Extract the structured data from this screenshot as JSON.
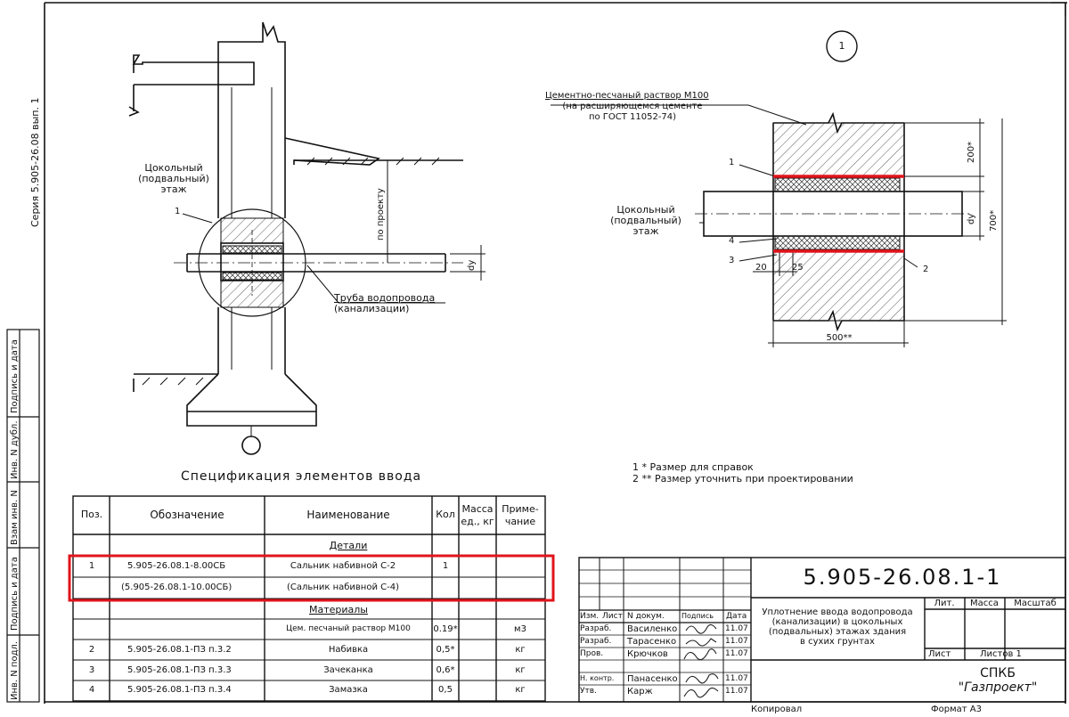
{
  "sheet": {
    "series": "Серия 5.905-26.08 вып. 1",
    "side_stamp": [
      "Инв. N подл.",
      "Подпись и дата",
      "Взам инв. N",
      "Инв. N дубл.",
      "Подпись и дата"
    ],
    "circle_callout": "1"
  },
  "left_drawing": {
    "basement_label": [
      "Цокольный",
      "(подвальный)",
      "этаж"
    ],
    "pos_1": "1",
    "by_project": "по проекту",
    "dy": "dy",
    "pipe_label": [
      "Труба водопровода",
      "(канализации)"
    ]
  },
  "right_drawing": {
    "mortar_label": [
      "Цементно-песчаный раствор М100",
      "(на расширяющемся цементе",
      "по ГОСТ 11052-74)"
    ],
    "basement_label": [
      "Цокольный",
      "(подвальный)",
      "этаж"
    ],
    "pos_1": "1",
    "pos_2": "2",
    "pos_3": "3",
    "pos_4": "4",
    "dim_20": "20",
    "dim_25": "25",
    "dim_200": "200*",
    "dim_700": "700*",
    "dim_dy": "dy",
    "dim_500": "500**"
  },
  "notes": [
    "1 * Размер для справок",
    "2 ** Размер уточнить при проектировании"
  ],
  "spec": {
    "title": "Спецификация элементов ввода",
    "headers": {
      "pos": "Поз.",
      "designation": "Обозначение",
      "name": "Наименование",
      "qty": "Кол",
      "mass": [
        "Масса",
        "ед., кг"
      ],
      "note": [
        "Приме-",
        "чание"
      ]
    },
    "section_details": "Детали",
    "section_materials": "Материалы",
    "rows_details": [
      {
        "pos": "1",
        "designation": "5.905-26.08.1-8.00СБ",
        "name": "Сальник набивной С-2",
        "qty": "1",
        "note": ""
      },
      {
        "pos": "",
        "designation": "(5.905-26.08.1-10.00СБ)",
        "name": "(Сальник набивной С-4)",
        "qty": "",
        "note": ""
      }
    ],
    "rows_materials": [
      {
        "pos": "",
        "designation": "",
        "name": "Цем. песчаный раствор М100",
        "qty": "0.19*",
        "note": "м3"
      },
      {
        "pos": "2",
        "designation": "5.905-26.08.1-ПЗ  п.3.2",
        "name": "Набивка",
        "qty": "0,5*",
        "note": "кг"
      },
      {
        "pos": "3",
        "designation": "5.905-26.08.1-ПЗ  п.3.3",
        "name": "Зачеканка",
        "qty": "0,6*",
        "note": "кг"
      },
      {
        "pos": "4",
        "designation": "5.905-26.08.1-ПЗ  п.3.4",
        "name": "Замазка",
        "qty": "0,5",
        "note": "кг"
      }
    ]
  },
  "title_block": {
    "code": "5.905-26.08.1-1",
    "description": [
      "Уплотнение ввода водопровода",
      "(канализации) в цокольных",
      "(подвальных) этажах здания",
      "в сухих грунтах"
    ],
    "col_headers": [
      "Изм.",
      "Лист",
      "N докум.",
      "Подпись",
      "Дата"
    ],
    "signers": [
      {
        "role": "Разраб.",
        "name": "Василенко",
        "date": "11.07"
      },
      {
        "role": "Разраб.",
        "name": "Тарасенко",
        "date": "11.07"
      },
      {
        "role": "Пров.",
        "name": "Крючков",
        "date": "11.07"
      },
      {
        "role": "",
        "name": "",
        "date": ""
      },
      {
        "role": "Н. контр.",
        "name": "Панасенко",
        "date": "11.07"
      },
      {
        "role": "Утв.",
        "name": "Карж",
        "date": "11.07"
      }
    ],
    "lit": "Лит.",
    "mass": "Масса",
    "scale": "Масштаб",
    "sheet": "Лист",
    "sheets": "Листов  1",
    "org": [
      "СПКБ",
      "\"Газпроект\""
    ]
  },
  "footer": {
    "copied": "Копировал",
    "format": "Формат А3"
  },
  "highlight_color": "#e0141b"
}
